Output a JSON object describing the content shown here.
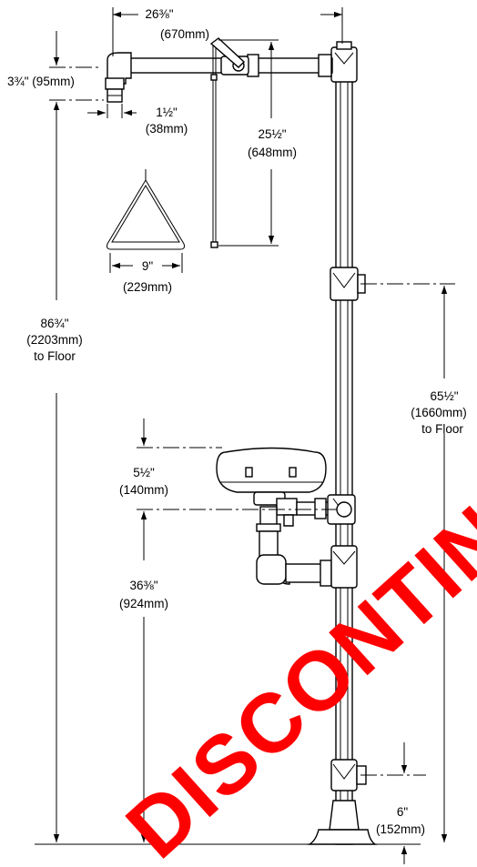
{
  "dimensions": {
    "head_width": [
      "26⅜\"",
      "(670mm)"
    ],
    "head_drop": [
      "3¾\" (95mm)"
    ],
    "pipe_size": [
      "1½\"",
      "(38mm)"
    ],
    "pull_rod": [
      "25½\"",
      "(648mm)"
    ],
    "handle_width": [
      "9\"",
      "(229mm)"
    ],
    "head_height": [
      "86¾\"",
      "(2203mm)",
      "to Floor"
    ],
    "valve_height": [
      "65½\"",
      "(1660mm)",
      "to Floor"
    ],
    "bowl_height": [
      "5½\"",
      "(140mm)"
    ],
    "bowl_floor": [
      "36⅜\"",
      "(924mm)"
    ],
    "base_height": [
      "6\"",
      "(152mm)"
    ]
  },
  "stamp": "DISCONTINUED",
  "colors": {
    "stamp": "#ff0000",
    "line": "#000000"
  }
}
